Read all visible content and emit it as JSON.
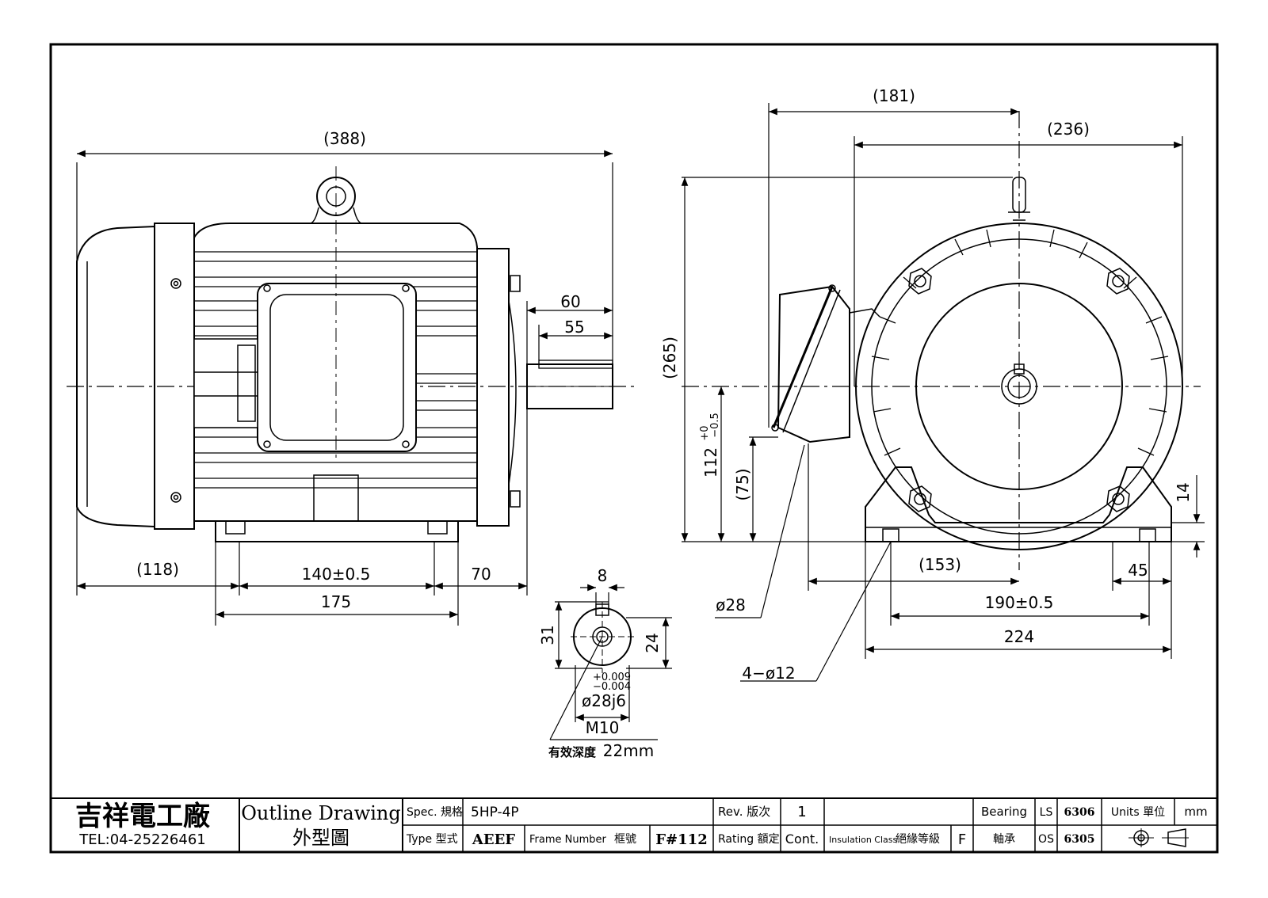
{
  "side_view": {
    "overall_length": "(388)",
    "shaft_length": "60",
    "key_length": "55",
    "fan_cover_length": "(118)",
    "foot_hole_spacing": "140±0.5",
    "shaft_shoulder": "70",
    "foot_length": "175"
  },
  "shaft_detail": {
    "key_width": "8",
    "key_height": "31",
    "shaft_flat": "24",
    "tol_upper": "+0.009",
    "tol_lower": "−0.004",
    "shaft_dia": "ø28j6",
    "tap": "M10",
    "depth_label": "有效深度",
    "depth_value": "22mm"
  },
  "end_view": {
    "width_181": "(181)",
    "width_236": "(236)",
    "height_265": "(265)",
    "shaft_height": "112",
    "shaft_height_tol_upper": "+0",
    "shaft_height_tol_lower": "−0.5",
    "box_height": "(75)",
    "foot_thickness": "14",
    "box_offset": "(153)",
    "foot_edge": "45",
    "foot_hole_spacing": "190±0.5",
    "foot_width": "224",
    "box_dia": "ø28",
    "foot_holes": "4−ø12"
  },
  "title_block": {
    "company": "吉祥電工廠",
    "tel": "TEL:04-25226461",
    "drawing_title_en": "Outline Drawing",
    "drawing_title_zh": "外型圖",
    "spec_label": "Spec. 規格",
    "spec_value": "5HP-4P",
    "type_label": "Type 型式",
    "type_value": "AEEF",
    "frame_label_en": "Frame Number",
    "frame_label_zh": "框號",
    "frame_value": "F#112",
    "rev_label": "Rev. 版次",
    "rev_value": "1",
    "rating_label": "Rating 額定",
    "rating_value": "Cont.",
    "insulation_label_en": "Insulation Class",
    "insulation_label_zh": "絕緣等級",
    "insulation_value": "F",
    "bearing_label": "Bearing",
    "bearing_label_zh": "軸承",
    "ls_label": "LS",
    "ls_value": "6306",
    "os_label": "OS",
    "os_value": "6305",
    "units_label": "Units 單位",
    "units_value": "mm"
  }
}
